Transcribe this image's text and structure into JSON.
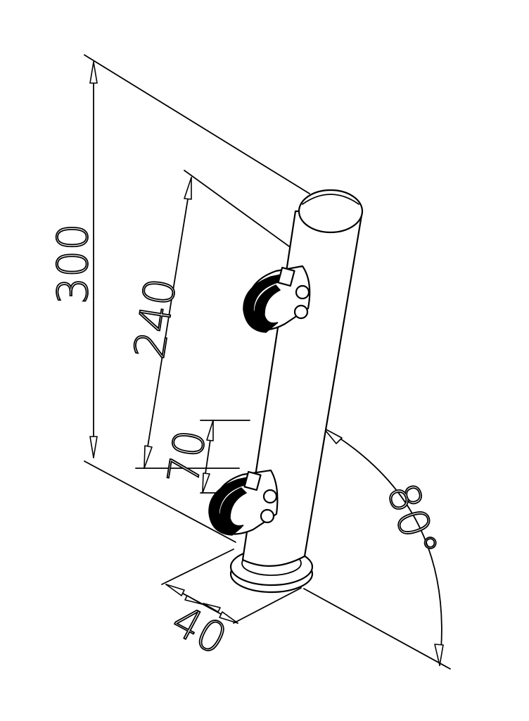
{
  "dimensions": {
    "total_height": "300",
    "clamp_distance": "240",
    "lower_clamp_offset": "70",
    "base_width": "40",
    "angle": "80°"
  },
  "colors": {
    "line": "#000000",
    "background": "#ffffff"
  }
}
